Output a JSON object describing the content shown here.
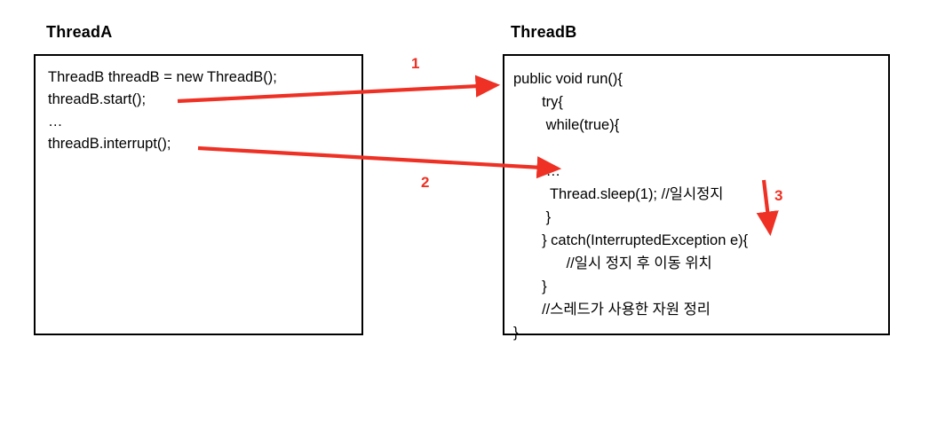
{
  "diagram": {
    "title_threadA": "ThreadA",
    "title_threadB": "ThreadB",
    "accent_color": "#ee3124",
    "line_color": "#000000",
    "background": "#ffffff",
    "threadA_code": [
      "ThreadB threadB = new ThreadB();",
      "threadB.start();",
      "…",
      "threadB.interrupt();"
    ],
    "threadB_code": [
      "public void run(){",
      "       try{",
      "        while(true){",
      "",
      "        …",
      "         Thread.sleep(1); //일시정지",
      "        }",
      "       } catch(InterruptedException e){",
      "             //일시 정지 후 이동 위치",
      "       }",
      "       //스레드가 사용한 자원 정리",
      "}"
    ],
    "arrows": [
      {
        "label": "1",
        "from": "threadB.start();",
        "to": "public void run(){"
      },
      {
        "label": "2",
        "from": "threadB.interrupt();",
        "to": "Thread.sleep(1); //일시정지"
      },
      {
        "label": "3",
        "from": "Thread.sleep(1); //일시정지",
        "to": "} catch(InterruptedException e){"
      }
    ]
  }
}
